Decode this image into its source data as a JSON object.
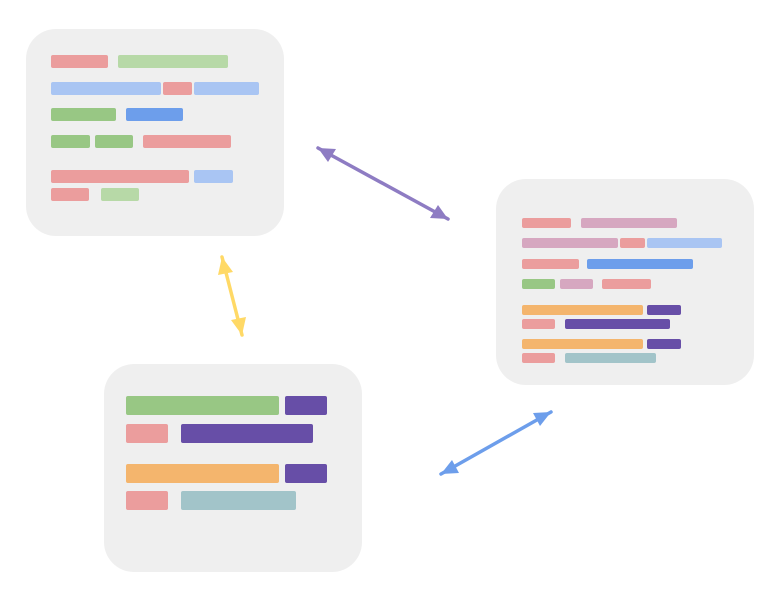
{
  "colors": {
    "card_bg": "#efefef",
    "red": "#eb9d9d",
    "light_green": "#b7d9a7",
    "green": "#98c784",
    "light_blue": "#a9c5f3",
    "blue": "#6d9eeb",
    "pink": "#d6a7c0",
    "orange": "#f4b56d",
    "purple": "#674ea7",
    "teal": "#a2c4c9",
    "arrow_purple": "#8e7cc3",
    "arrow_yellow": "#ffd966",
    "arrow_blue": "#6d9eeb"
  },
  "cards": [
    {
      "name": "card-top-left",
      "bars": [
        "red",
        "light_green",
        "light_blue",
        "red",
        "light_blue",
        "green",
        "blue",
        "green",
        "green",
        "red",
        "red",
        "light_blue",
        "red",
        "light_green"
      ]
    },
    {
      "name": "card-right",
      "bars": [
        "red",
        "pink",
        "pink",
        "red",
        "light_blue",
        "red",
        "blue",
        "green",
        "pink",
        "red",
        "orange",
        "purple",
        "red",
        "purple",
        "orange",
        "purple",
        "red",
        "teal"
      ]
    },
    {
      "name": "card-bottom-left",
      "bars": [
        "green",
        "purple",
        "red",
        "purple",
        "orange",
        "purple",
        "red",
        "teal"
      ]
    }
  ],
  "connections": [
    {
      "from": "card-top-left",
      "to": "card-right",
      "color": "arrow_purple"
    },
    {
      "from": "card-top-left",
      "to": "card-bottom-left",
      "color": "arrow_yellow"
    },
    {
      "from": "card-bottom-left",
      "to": "card-right",
      "color": "arrow_blue"
    }
  ]
}
